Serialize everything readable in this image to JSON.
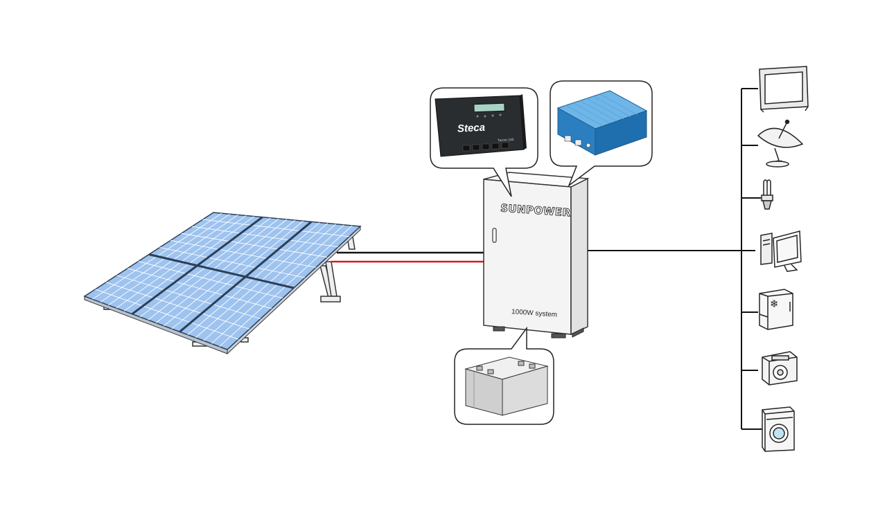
{
  "cabinet": {
    "brand": "SUNPOWER",
    "system_label": "1000W system"
  },
  "controller": {
    "brand": "Steca",
    "model": "Tarom 245"
  },
  "wires": {
    "dc_positive_color": "#d61a1a",
    "dc_negative_color": "#111111",
    "ac_color": "#111111"
  },
  "loads": [
    {
      "icon": "television-icon"
    },
    {
      "icon": "satellite-dish-icon"
    },
    {
      "icon": "cfl-bulb-icon"
    },
    {
      "icon": "desktop-computer-icon"
    },
    {
      "icon": "refrigerator-icon"
    },
    {
      "icon": "generator-icon"
    },
    {
      "icon": "washing-machine-icon"
    }
  ],
  "colors": {
    "panel_cell": "#9ec3ef",
    "panel_frame": "#2c3e55",
    "inverter_blue": "#2e86c9",
    "controller_body": "#2a2d30",
    "battery_gray": "#d9d9d9"
  }
}
